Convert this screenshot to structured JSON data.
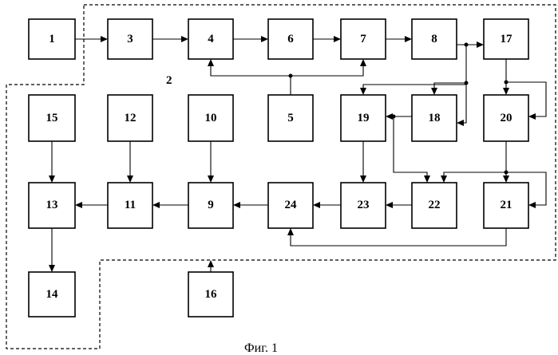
{
  "diagram": {
    "caption": "Фиг. 1",
    "region_label": "2",
    "blocks": {
      "b1": "1",
      "b3": "3",
      "b4": "4",
      "b6": "6",
      "b7": "7",
      "b8": "8",
      "b17": "17",
      "b15": "15",
      "b12": "12",
      "b10": "10",
      "b5": "5",
      "b19": "19",
      "b18": "18",
      "b20": "20",
      "b13": "13",
      "b11": "11",
      "b9": "9",
      "b24": "24",
      "b23": "23",
      "b22": "22",
      "b21": "21",
      "b14": "14",
      "b16": "16"
    }
  }
}
